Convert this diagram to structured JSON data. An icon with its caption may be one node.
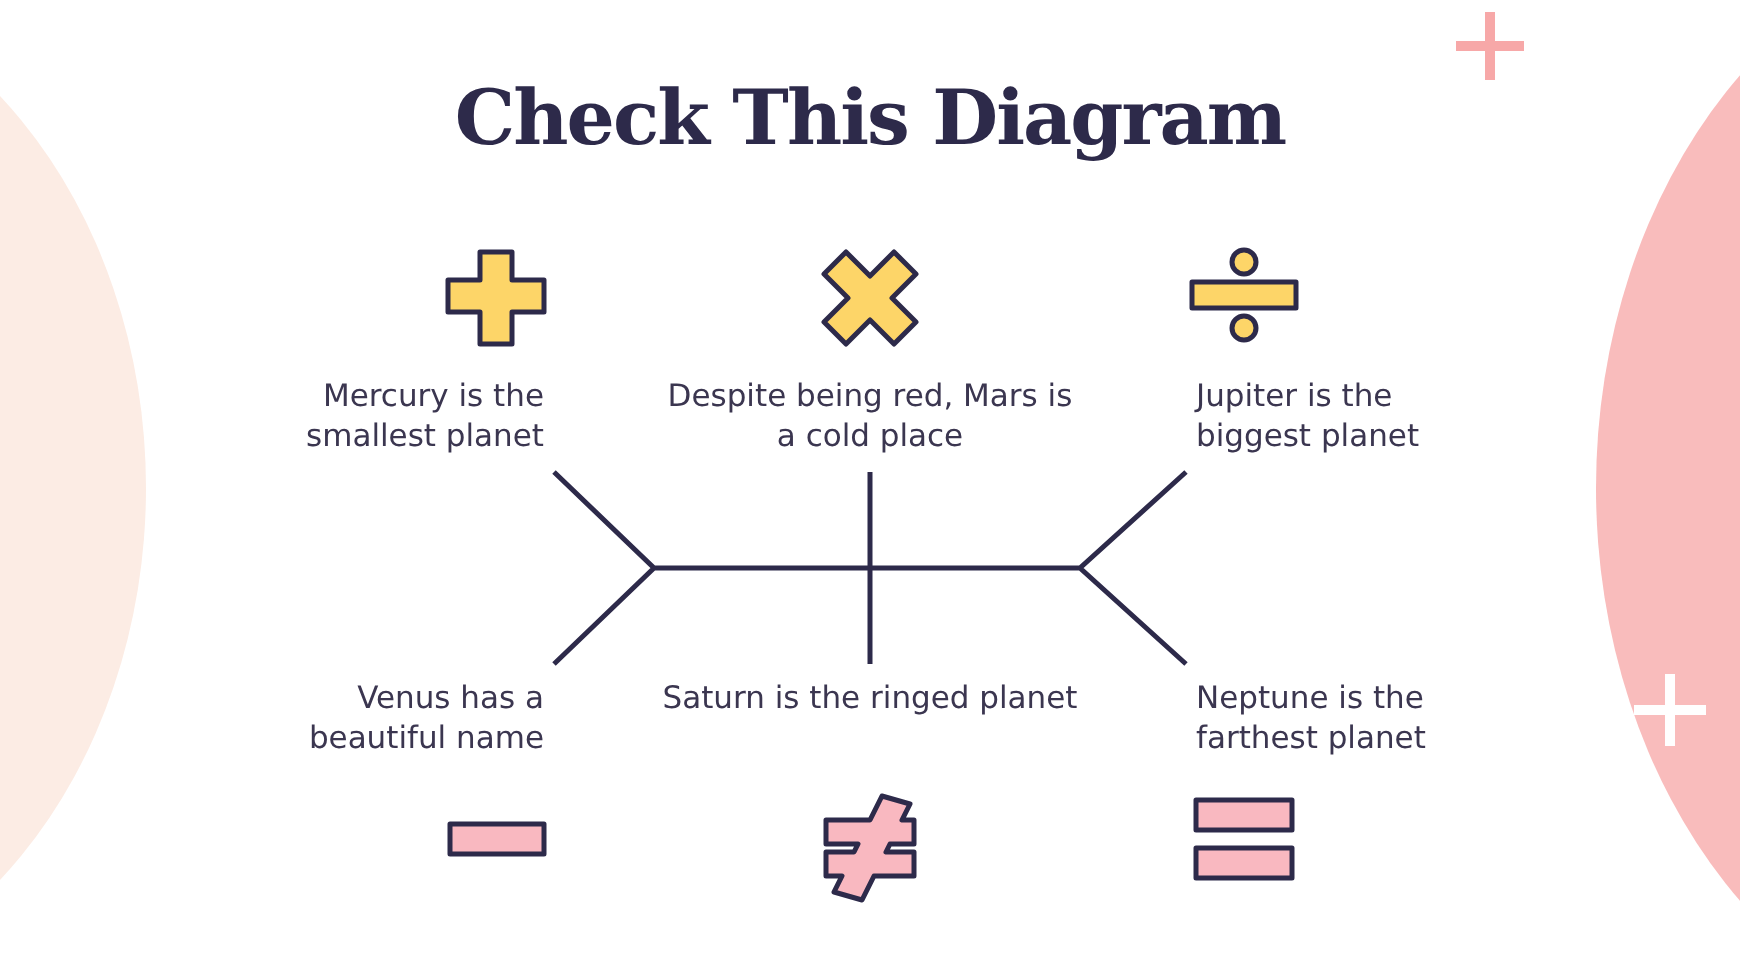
{
  "diagram": {
    "title": "Check This Diagram",
    "nodes": [
      {
        "text": [
          "Mercury is the smallest planet"
        ]
      },
      {
        "text": [
          "Despite being red, Mars is a cold place"
        ]
      },
      {
        "text": [
          "Jupiter is the biggest planet"
        ]
      },
      {
        "text": [
          "Venus has a beautiful name"
        ]
      },
      {
        "text": [
          "Saturn is the ringed planet"
        ]
      },
      {
        "text": [
          "Neptune is the farthest planet"
        ]
      }
    ]
  }
}
